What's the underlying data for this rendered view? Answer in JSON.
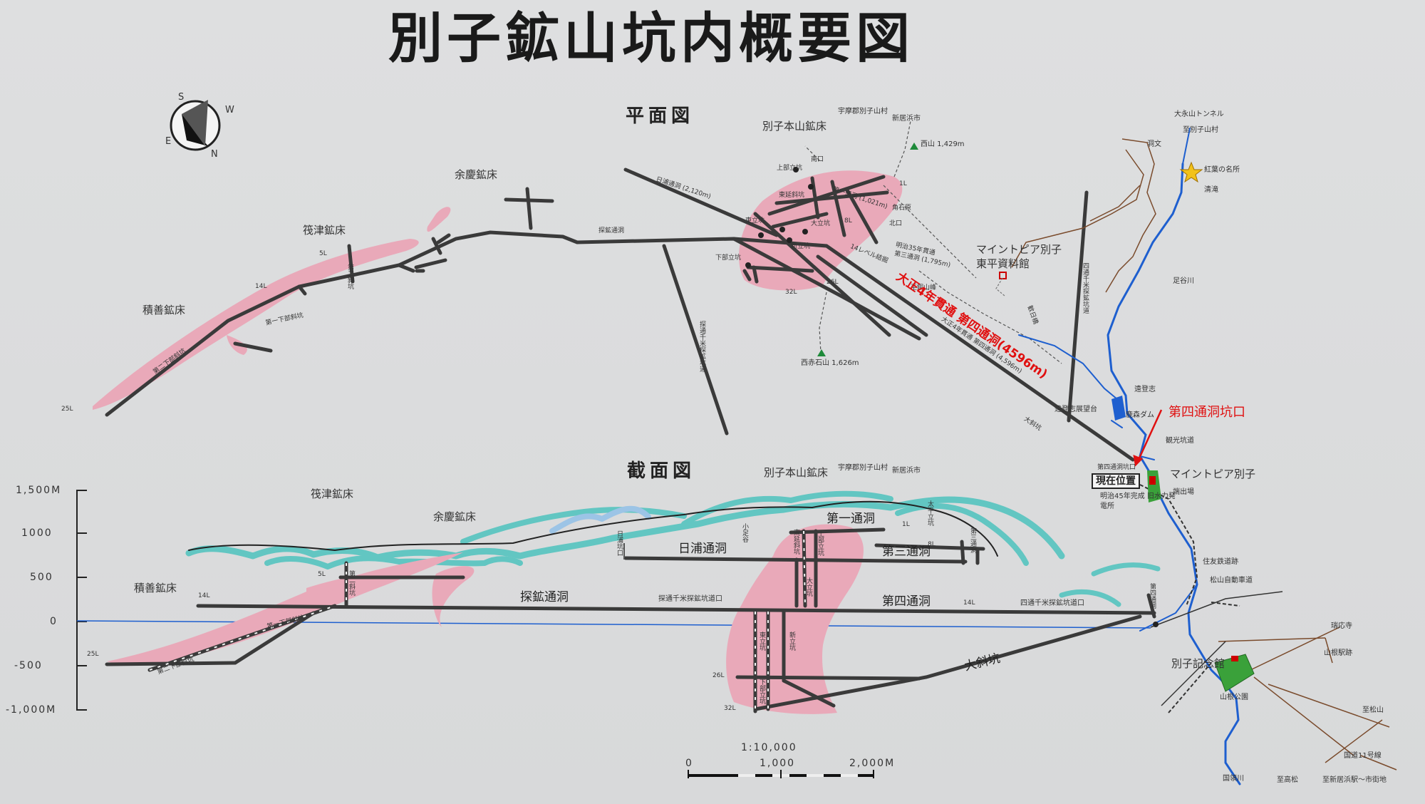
{
  "title": "別子鉱山坑内概要図",
  "plan": {
    "heading": "平面図",
    "compass": {
      "s": "S",
      "w": "W",
      "e": "E",
      "n": "N"
    },
    "ore_bodies": {
      "honzan": "別子本山鉱床",
      "yokei": "余慶鉱床",
      "tsutsuji": "筏津鉱床",
      "sekizen": "積善鉱床"
    },
    "villages": {
      "besshiyama": "宇摩郡別子山村",
      "niihama": "新居浜市"
    },
    "peaks": {
      "nishiyama": "西山 1,429m",
      "nishiakaishi": "西赤石山 1,626m"
    },
    "shafts": {
      "minamiguchi": "南口",
      "jobu": "上部立坑",
      "tooen": "東延斜坑",
      "dai1": "第一通洞 (1,021m)",
      "kadoishi": "角石原",
      "toritsu": "東立坑",
      "dairitsu": "大立坑",
      "l8": "8L",
      "kitaguchi": "北口",
      "shinritsu": "新立坑",
      "l14level": "14レベル結掘",
      "kabu": "下部立坑",
      "l26": "26L",
      "l32": "32L",
      "l1": "1L",
      "hiura": "日浦通洞 (2,120m)",
      "tankou": "探鉱通洞",
      "meiji35": "明治35年貫通",
      "dai3": "第三通洞 (1,795m)",
      "douzan": "至銅山峰",
      "tansen": "探通千米探鉱坑道",
      "yotsu": "四通千米探鉱坑道",
      "daishako": "大斜坑",
      "dai4sub": "大正4年貫通 第四通洞 (4,596m)",
      "dai2sha": "第二斜坑",
      "dai1kabu": "第一下部斜坑",
      "dai2kabu": "第二下部斜坑",
      "l5": "5L",
      "l14": "14L",
      "l25": "25L",
      "hiyoshi": "歓日橋"
    },
    "museum": "マイントピア別子 東平資料館",
    "red_annotation": "大正4年貫通 第四通洞(4596m)"
  },
  "right_area": {
    "oonagayama": "大永山トンネル",
    "to_besshiyama": "至別子山村",
    "dohmon": "洞文",
    "momiji": "紅葉の名所",
    "seiryu": "清滝",
    "ashitani": "足谷川",
    "endou": "遠登志",
    "endou_view": "遠登志展望台",
    "kanamori": "鹿森ダム",
    "kanko": "観光坑道",
    "dai4_mouth_red": "第四通洞坑口",
    "dai4_mouth": "第四通洞坑口",
    "genzai": "現在位置",
    "minetopia": "マイントピア別子",
    "hatade": "端出場",
    "kyusui": "明治45年完成 旧水力発電所",
    "sumitomo": "住友鉄道跡",
    "matsuyama_exp": "松山自動車道",
    "zuiouji": "瑞応寺",
    "yamane_eki": "山根駅跡",
    "besshi_kinen": "別子記念館",
    "yamane_park": "山根公園",
    "to_matsuyama": "至松山",
    "route11": "国道11号線",
    "kokuryo": "国領川",
    "to_takamatsu": "至高松",
    "to_shinniihama": "至新居浜駅〜市街地"
  },
  "section": {
    "heading": "截面図",
    "ore_bodies": {
      "honzan": "別子本山鉱床",
      "tsutsuji": "筏津鉱床",
      "yokei": "余慶鉱床",
      "sekizen": "積善鉱床"
    },
    "villages": {
      "besshiyama": "宇摩郡別子山村",
      "niihama": "新居浜市"
    },
    "tunnels": {
      "dai1": "第一通洞",
      "hiura": "日浦通洞",
      "dai3": "第三通洞",
      "tankou": "探鉱通洞",
      "dai4": "第四通洞",
      "daishako": "大斜坑",
      "tansen": "探通千米探鉱坑道口",
      "yotsu": "四通千米探鉱坑道口"
    },
    "shafts": {
      "taihei": "太平立坑",
      "koashi": "小足谷",
      "hiura_mouth": "日浦坑口",
      "tooen": "東延斜坑",
      "jobu": "上部立坑",
      "dairitsu": "大立坑",
      "toritsu": "東立坑",
      "shinritsu": "新立坑",
      "kabu": "下部立坑",
      "dai2sha": "第二斜坑",
      "dai1kabu": "第一下部斜坑",
      "dai2kabu": "第二下部斜坑",
      "dai3mouth": "第三通洞",
      "dai4mouth": "第四通洞"
    },
    "levels": {
      "l1": "1L",
      "l5": "5L",
      "l8": "8L",
      "l14a": "14L",
      "l14b": "14L",
      "l25": "25L",
      "l26": "26L",
      "l32": "32L"
    },
    "y_axis": [
      "1,500M",
      "1000",
      "500",
      "0",
      "-500",
      "-1,000M"
    ]
  },
  "scale": {
    "ratio": "1:10,000",
    "ticks": [
      "0",
      "1,000",
      "2,000M"
    ]
  },
  "colors": {
    "ore": "#e9a9b9",
    "tunnel": "#3a3a3a",
    "ridge_teal": "#62c6c2",
    "ridge_blue": "#9cc4e6",
    "river": "#1e5fcf",
    "red": "#e01010",
    "park": "#3aa13a",
    "road_brown": "#7a4b2c"
  }
}
